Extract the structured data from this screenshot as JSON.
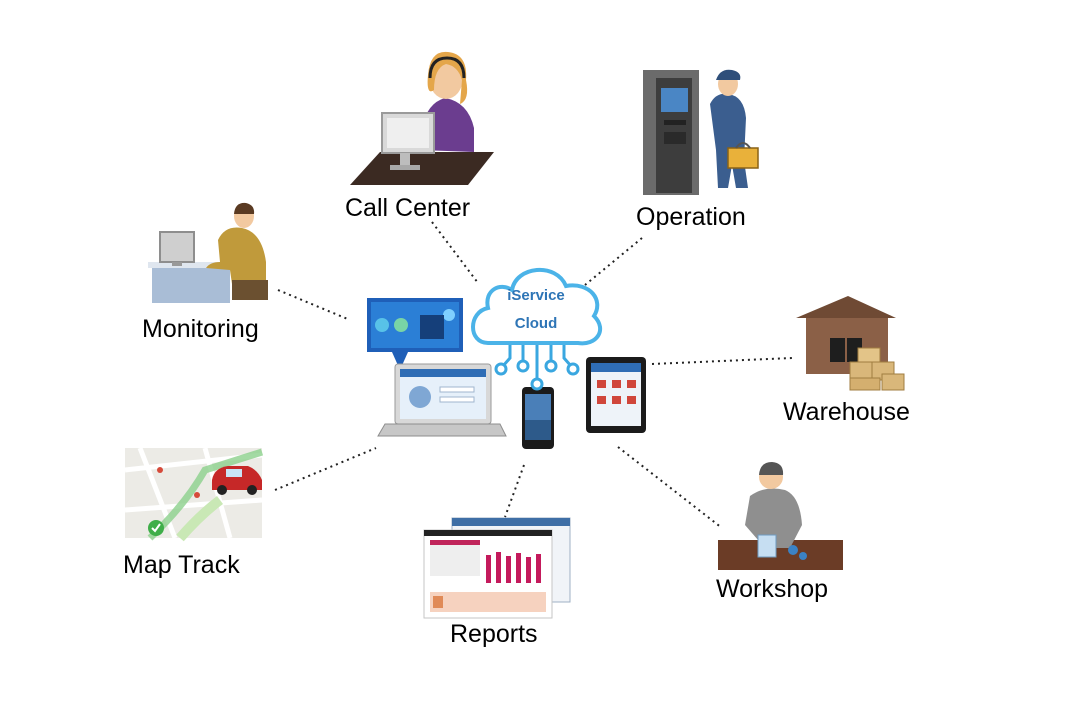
{
  "cloud": {
    "line1": "iService",
    "line2": "Cloud",
    "color": "#2e75b6",
    "stroke": "#4bb3e8"
  },
  "nodes": {
    "call_center": "Call Center",
    "operation": "Operation",
    "monitoring": "Monitoring",
    "warehouse": "Warehouse",
    "map_track": "Map Track",
    "workshop": "Workshop",
    "reports": "Reports"
  },
  "icons": {
    "call_center": "call-center-agent-icon",
    "operation": "atm-technician-icon",
    "monitoring": "monitoring-operator-icon",
    "warehouse": "warehouse-icon",
    "map_track": "map-track-icon",
    "workshop": "workshop-worker-icon",
    "reports": "reports-icon"
  },
  "devices": [
    "dashboard-screen",
    "laptop",
    "smartphone",
    "tablet"
  ]
}
